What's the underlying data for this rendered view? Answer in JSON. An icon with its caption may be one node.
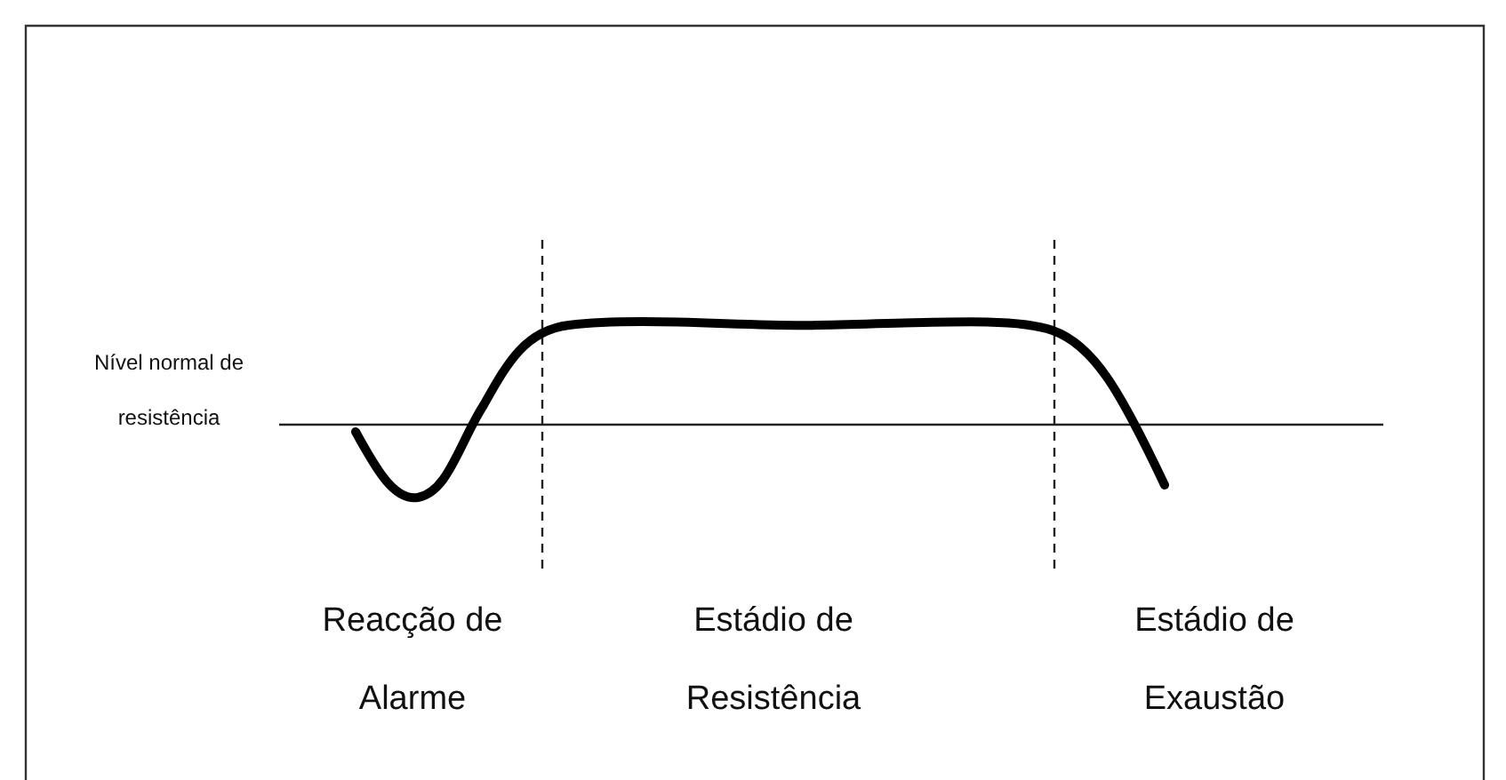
{
  "diagram": {
    "labels": [
      "Nível normal de resistência",
      "Reacção de Alarme",
      "Estádio de Resistência",
      "Estádio de Exaustão"
    ]
  }
}
